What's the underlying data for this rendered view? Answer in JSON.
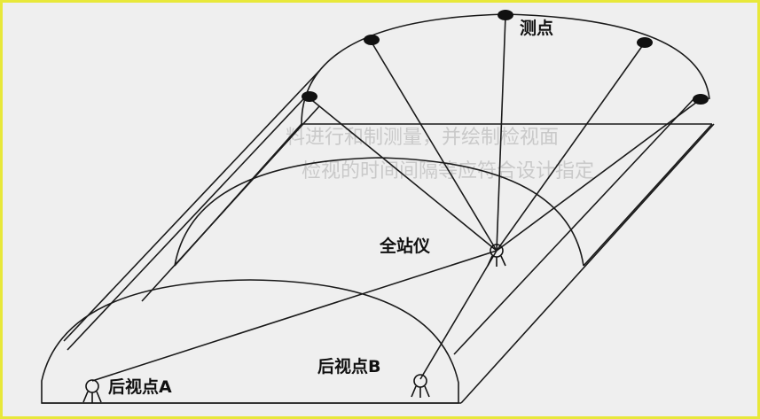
{
  "labels": {
    "measuring_points": "测点",
    "total_station": "全站仪",
    "backsight_a": "后视点A",
    "backsight_b": "后视点B"
  },
  "bleed_text": {
    "line1": "料进行和制测量，并绘制检视面",
    "line2": "检视的时间间隔等应符合设计指定"
  }
}
